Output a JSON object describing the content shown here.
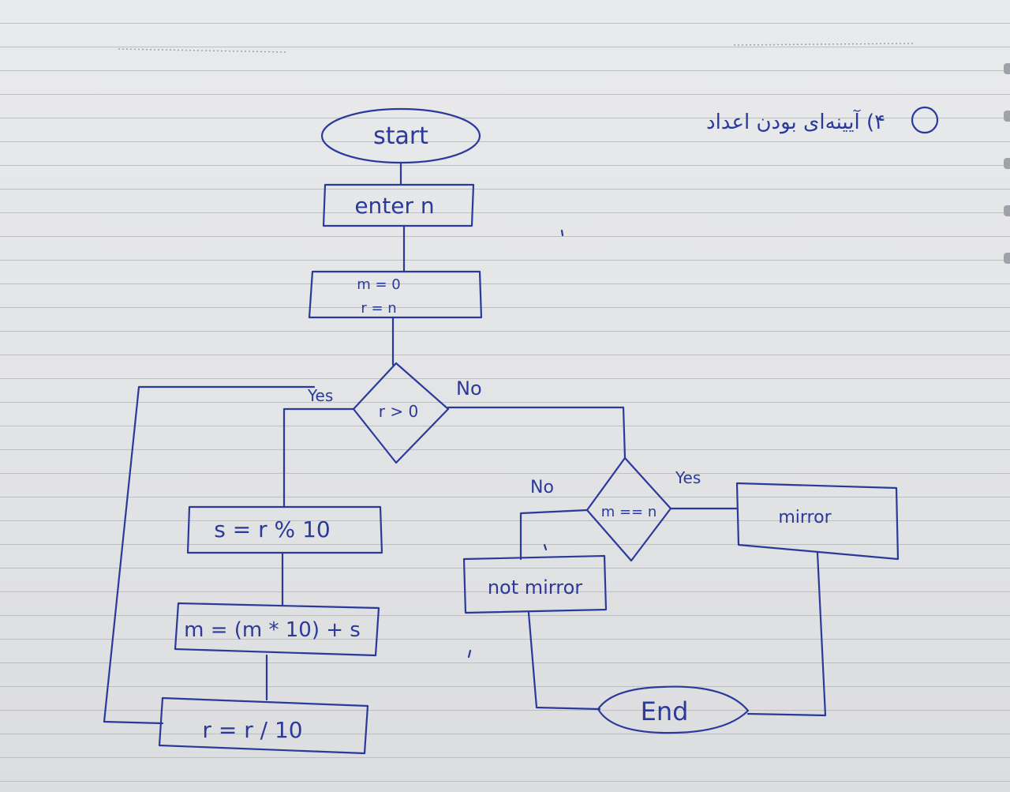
{
  "title": "۴) آیینه‌ای بودن اعداد",
  "nodes": {
    "start": "start",
    "input": "enter n",
    "init_line1": "m = 0",
    "init_line2": "r = n",
    "decision_r": "r > 0",
    "mod": "s = r % 10",
    "accumulate": "m = (m * 10) + s",
    "divide": "r = r / 10",
    "decision_m": "m == n",
    "mirror": "mirror",
    "not_mirror": "not mirror",
    "end": "End"
  },
  "labels": {
    "yes_r": "Yes",
    "no_r": "No",
    "no_m": "No",
    "yes_m": "Yes"
  },
  "colors": {
    "ink": "#2b3a9a",
    "paper": "#e6e7e9",
    "ruling": "#b8bfc8"
  }
}
